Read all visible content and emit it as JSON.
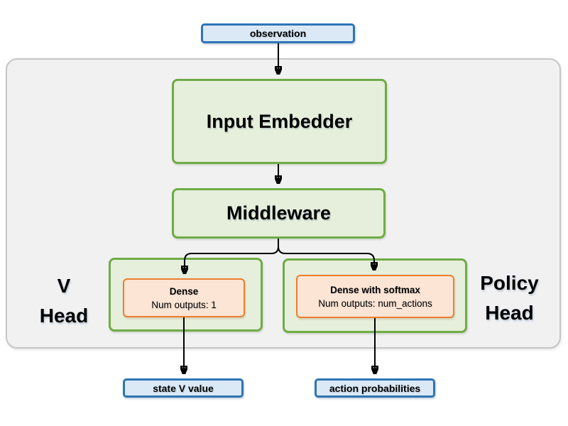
{
  "diagram": {
    "title_semantic": "actor-critic network architecture",
    "nodes": {
      "observation": {
        "label": "observation"
      },
      "input_embedder": {
        "label": "Input Embedder"
      },
      "middleware": {
        "label": "Middleware"
      },
      "dense": {
        "title": "Dense",
        "subtitle": "Num outputs: 1"
      },
      "dense_softmax": {
        "title": "Dense with softmax",
        "subtitle": "Num outputs: num_actions"
      },
      "state_v_value": {
        "label": "state V value"
      },
      "action_probabilities": {
        "label": "action probabilities"
      }
    },
    "labels": {
      "v_head": {
        "line1": "V",
        "line2": "Head"
      },
      "policy_head": {
        "line1": "Policy",
        "line2": "Head"
      }
    },
    "colors": {
      "blue_border": "#2e75b6",
      "blue_fill": "#dbe9f6",
      "green_border": "#6fac46",
      "green_fill": "#e5efdb",
      "orange_border": "#ed7d31",
      "orange_fill": "#fce5d5",
      "container_fill": "#f1f1f2",
      "container_border": "#c6c6c6",
      "arrow": "#000000"
    }
  }
}
